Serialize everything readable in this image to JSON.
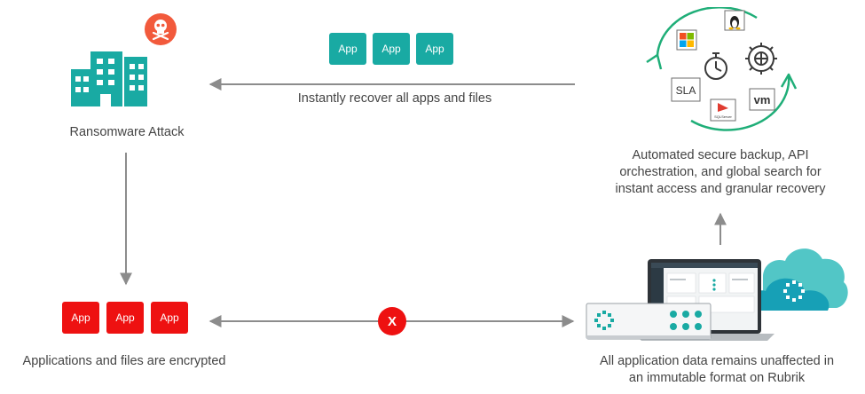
{
  "colors": {
    "teal": "#19aaa3",
    "red": "#ee1111",
    "gray": "#8c8c8c",
    "green": "#1fae78",
    "text": "#444444"
  },
  "source": {
    "label": "Ransomware Attack",
    "badge_icon": "skull-crossbones-icon"
  },
  "recover": {
    "label": "Instantly recover all apps and files",
    "tiles": [
      "App",
      "App",
      "App"
    ]
  },
  "encrypted": {
    "label": "Applications and files are encrypted",
    "tiles": [
      "App",
      "App",
      "App"
    ]
  },
  "blocked": {
    "mark": "X"
  },
  "backup": {
    "caption_lines": [
      "Automated secure backup, API",
      "orchestration, and global search for",
      "instant access and granular recovery"
    ],
    "icons": {
      "sla": "SLA",
      "vm": "vm",
      "sqlserver": "SQLServer"
    }
  },
  "rubrik": {
    "caption_lines": [
      "All application data remains unaffected in",
      "an immutable format on Rubrik"
    ]
  }
}
